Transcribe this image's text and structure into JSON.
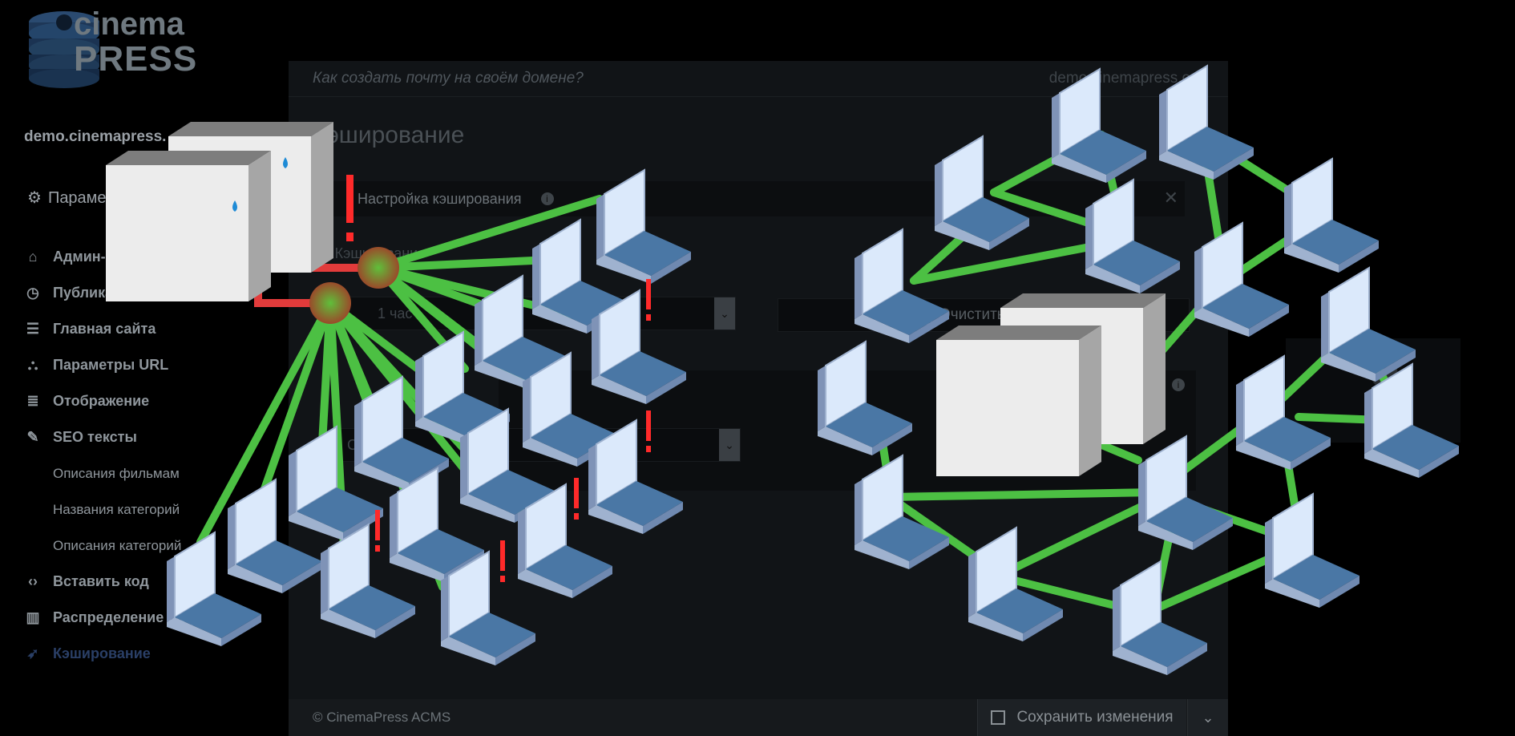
{
  "brand": {
    "line1": "cinema",
    "line2": "PRESS"
  },
  "sidebar": {
    "site_name": "demo.cinemapress.",
    "params_label": "Парамет",
    "items": [
      {
        "label": "Админ-",
        "icon": "home-icon"
      },
      {
        "label": "Публикация",
        "icon": "clock-icon"
      },
      {
        "label": "Главная сайта",
        "icon": "bars-icon"
      },
      {
        "label": "Параметры URL",
        "icon": "sitemap-icon"
      },
      {
        "label": "Отображение",
        "icon": "list-icon"
      },
      {
        "label": "SEO тексты",
        "icon": "pencil-icon"
      }
    ],
    "subitems": [
      {
        "label": "Описания фильмам"
      },
      {
        "label": "Названия категорий"
      },
      {
        "label": "Описания категорий"
      }
    ],
    "items2": [
      {
        "label": "Вставить код",
        "icon": "code-icon"
      },
      {
        "label": "Распределение нагрузки",
        "icon": "chart-icon"
      },
      {
        "label": "Кэширование",
        "icon": "rocket-icon",
        "active": true
      }
    ]
  },
  "header": {
    "help_link": "Как создать почту на своём домене?",
    "domain": "demo.cinemapress.org"
  },
  "main": {
    "title": "Кэширование",
    "section_tab": "Настройка кэширования",
    "field1_label": "Кэширование",
    "field1_value": "1 час",
    "clear_button": "Очистить",
    "field2_value": "С"
  },
  "footer": {
    "copyright": "© CinemaPress ACMS",
    "save_button": "Сохранить изменения"
  },
  "colors": {
    "link_green": "#4cc043",
    "laptop_screen": "#dbe9fb",
    "laptop_base": "#4a77a5",
    "alert_red": "#ff2a2a",
    "cable_red": "#e23b3b",
    "active_nav": "#2a3f66"
  }
}
